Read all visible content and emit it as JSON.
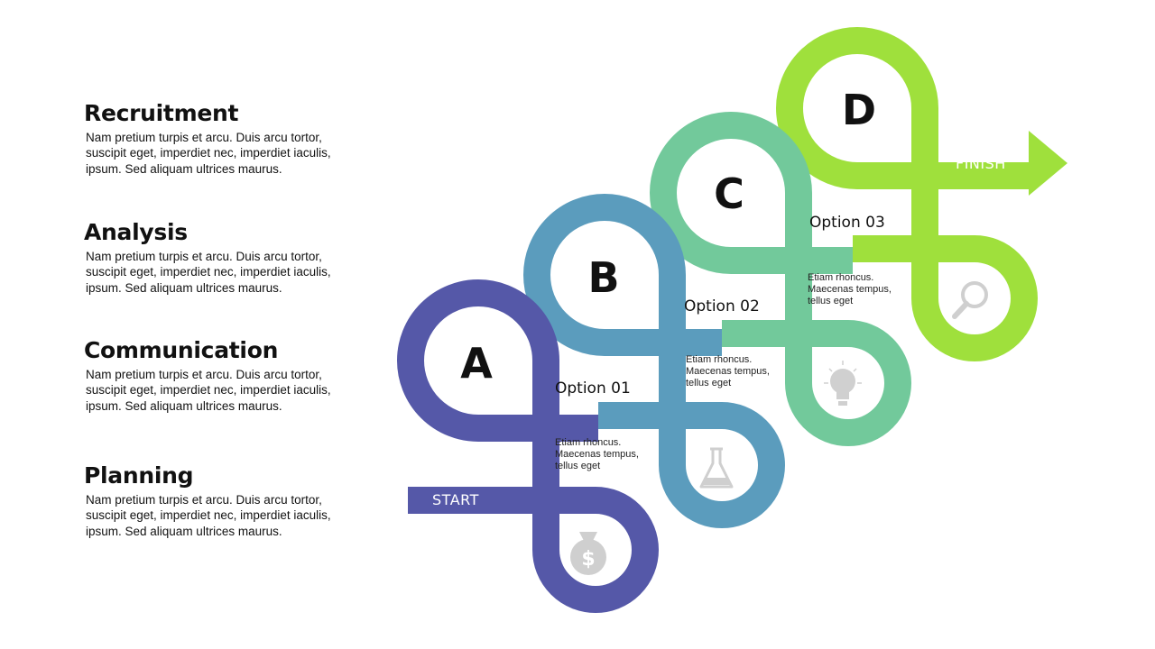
{
  "sections": [
    {
      "title": "Recruitment",
      "body": "Nam pretium turpis et arcu. Duis arcu tortor, suscipit eget, imperdiet nec, imperdiet iaculis, ipsum. Sed aliquam ultrices maurus."
    },
    {
      "title": "Analysis",
      "body": "Nam pretium turpis et arcu. Duis arcu tortor, suscipit eget, imperdiet nec, imperdiet iaculis, ipsum. Sed aliquam ultrices maurus."
    },
    {
      "title": "Communication",
      "body": "Nam pretium turpis et arcu. Duis arcu tortor, suscipit eget, imperdiet nec, imperdiet iaculis, ipsum. Sed aliquam ultrices maurus."
    },
    {
      "title": "Planning",
      "body": "Nam pretium turpis et arcu. Duis arcu tortor, suscipit eget, imperdiet nec, imperdiet iaculis, ipsum. Sed aliquam ultrices maurus."
    }
  ],
  "diagram": {
    "start_label": "START",
    "finish_label": "FINISH",
    "steps": [
      {
        "letter": "A",
        "color": "#5558a8",
        "icon": "money-bag-icon"
      },
      {
        "letter": "B",
        "color": "#5b9cbd",
        "icon": "flask-icon"
      },
      {
        "letter": "C",
        "color": "#72c99b",
        "icon": "lightbulb-icon"
      },
      {
        "letter": "D",
        "color": "#9fe03c",
        "icon": "magnifier-icon"
      }
    ],
    "options": [
      {
        "label": "Option 01",
        "desc": [
          "Etiam rhoncus.",
          "Maecenas tempus,",
          "tellus eget"
        ]
      },
      {
        "label": "Option 02",
        "desc": [
          "Etiam rhoncus.",
          "Maecenas tempus,",
          "tellus eget"
        ]
      },
      {
        "label": "Option 03",
        "desc": [
          "Etiam rhoncus.",
          "Maecenas tempus,",
          "tellus eget"
        ]
      }
    ]
  }
}
